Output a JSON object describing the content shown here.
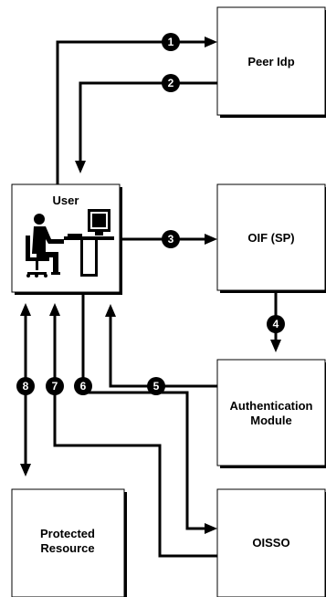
{
  "nodes": {
    "user": "User",
    "peer_idp": "Peer Idp",
    "oif_sp": "OIF (SP)",
    "auth_module": [
      "Authentication",
      "Module"
    ],
    "protected_resource": [
      "Protected",
      "Resource"
    ],
    "oisso": "OISSO"
  },
  "steps": [
    "1",
    "2",
    "3",
    "4",
    "5",
    "6",
    "7",
    "8"
  ],
  "icons": {
    "user": "person-at-computer-icon"
  }
}
